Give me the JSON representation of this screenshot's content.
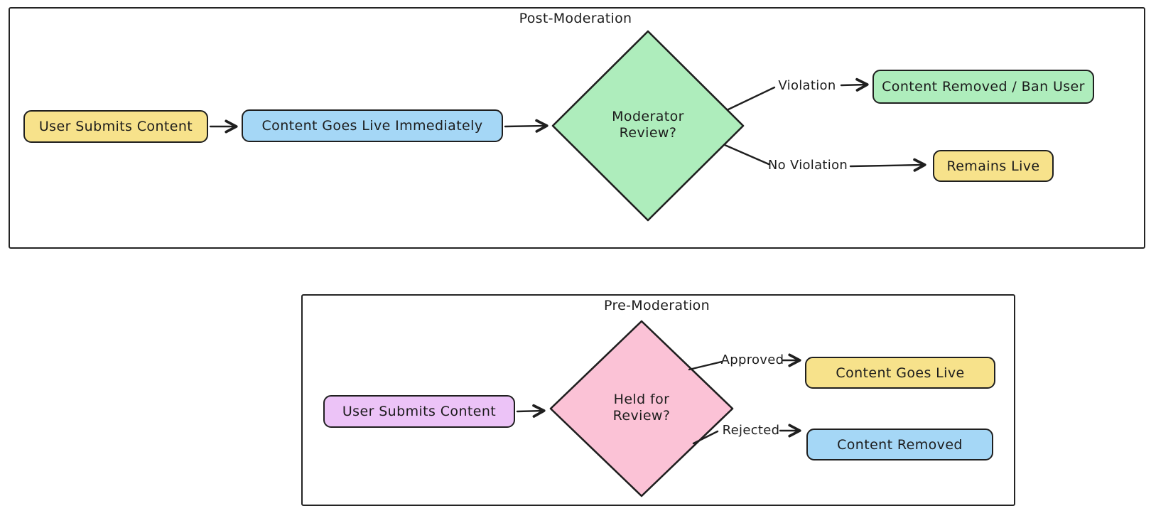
{
  "colors": {
    "stroke": "#1e1e1e",
    "yellow": "#f7e28b",
    "blue": "#a5d7f6",
    "green": "#aeedbc",
    "purple": "#ecc3f7",
    "pink": "#fbc2d6",
    "background": "#ffffff"
  },
  "post_moderation": {
    "title": "Post-Moderation",
    "nodes": {
      "user_submits": {
        "label": "User Submits Content"
      },
      "goes_live": {
        "label": "Content Goes Live Immediately"
      },
      "review": {
        "line1": "Moderator",
        "line2": "Review?"
      },
      "removed_ban": {
        "label": "Content Removed / Ban User"
      },
      "remains_live": {
        "label": "Remains Live"
      }
    },
    "edges": {
      "violation": "Violation",
      "no_violation": "No Violation"
    }
  },
  "pre_moderation": {
    "title": "Pre-Moderation",
    "nodes": {
      "user_submits": {
        "label": "User Submits Content"
      },
      "held_for_review": {
        "line1": "Held for",
        "line2": "Review?"
      },
      "goes_live": {
        "label": "Content Goes Live"
      },
      "removed": {
        "label": "Content Removed"
      }
    },
    "edges": {
      "approved": "Approved",
      "rejected": "Rejected"
    }
  }
}
